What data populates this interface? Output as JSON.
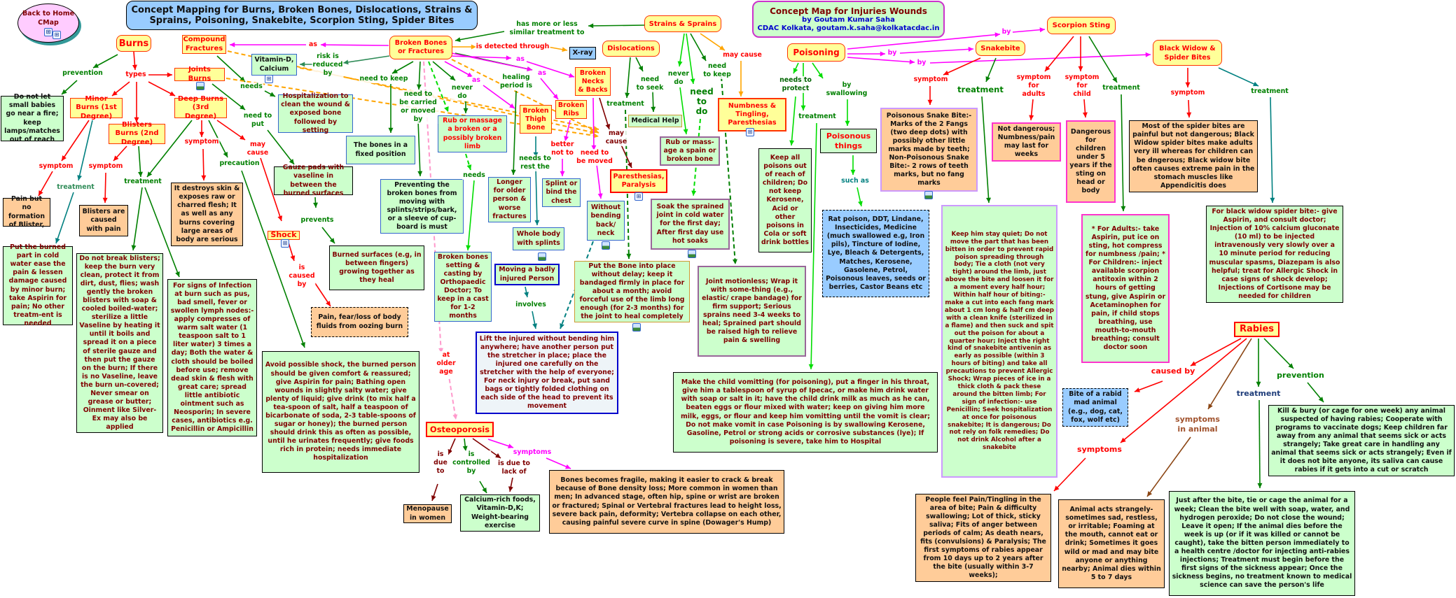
{
  "home_link": "Back to Home CMap",
  "title_main": "Concept Mapping for Burns, Broken Bones, Dislocations, Strains & Sprains, Poisoning, Snakebite, Scorpion Sting, Spider Bites",
  "title_credit": {
    "title": "Concept Map for Injuries Wounds",
    "author": "by Goutam Kumar Saha",
    "org": "CDAC Kolkata, goutam.k.saha@kolkatacdac.in"
  },
  "nodes": {
    "burns": "Burns",
    "compound_fractures": "Compound Fractures",
    "vitamin_d": "Vitamin-D, Calcium",
    "joints_burns": "Joints Burns",
    "hospitalization": "Hospitalization to clean the wound & exposed bone followed by setting",
    "minor_burns": "Minor Burns (1st Degree)",
    "deep_burns": "Deep Burns (3rd Degree)",
    "blisters_burns": "Blisters Burns (2nd Degree)",
    "burn_prevention": "Do not let small babies go near a fire; keep lamps/matches out of reach",
    "bones_fixed": "The bones in a fixed position",
    "pain_no_blister": "Pain but no formation of Blister,",
    "blisters_caused": "Blisters are caused with pain",
    "destroys_skin": "It destroys skin & exposes raw or charred flesh; It as well as any burns covering large areas of body are serious",
    "gauze": "Gauze pads with vaseline in between the burned surfaces",
    "burned_surfaces": "Burned surfaces (e.g, in between fingers) growing together as they heal",
    "shock": "Shock",
    "pain_fear": "Pain, fear/loss of body fluids from oozing burn",
    "cold_water": "Put the burned part in cold water ease the pain & lessen damage caused by minor burn; take Aspirin for pain; No other treatm-ent is needed",
    "do_not_break": "Do not break blisters; keep the burn very clean, protect it from dirt, dust, flies; wash gently the broken blisters with soap & cooled boiled-water; sterilize a little Vaseline by heating it until it boils and spread it on a piece of sterile gauze and then put the gauze on the burn; If there is no Vaseline, leave the burn un-covered; Never smear on grease or butter; Oinment like Silver-Ex may also be applied",
    "signs_infection": "For signs of Infection at burn such as pus, bad smell, fever or swollen lymph nodes:- apply compresses of warm salt water (1 teaspoon salt to 1 liter water) 3 times a day; Both the water & cloth should be boiled before use; remove dead skin & flesh with great care; spread little antibiotic ointment such as Neosporin; In severe cases, antibiotics e.g. Penicillin or Ampicillin",
    "avoid_shock": "Avoid possible shock, the burned person should be given comfort & reassured; give Aspirin for pain; Bathing open wounds in slightly salty water; give plenty of liquid; give drink (to mix half a tea-spoon of salt, half a teaspoon of bicarbonate of soda, 2-3 table-spoons of sugar or honey); the burned person should drink this as often as possible, until he urinates frequently; give foods rich in protein; needs immediate hospitalization",
    "broken_bones": "Broken Bones or Fractures",
    "xray": "X-ray",
    "strains": "Strains & Sprains",
    "dislocations": "Dislocations",
    "broken_necks": "Broken Necks & Backs",
    "broken_thigh": "Broken Thigh Bone",
    "broken_ribs": "Broken Ribs",
    "rub_limb": "Rub or massage a broken or a possibly broken limb",
    "preventing": "Preventing the broken bones from moving with splints/strips/bark, or a sleeve of cup-board is must",
    "longer_older": "Longer for older person & worse fractures",
    "splint_chest": "Splint or bind the chest",
    "whole_body": "Whole body with splints",
    "moving_badly": "Moving a badly injured Person",
    "setting_casting": "Broken bones setting & casting by Orthopaedic Doctor; To keep in a cast for 1-2 months",
    "without_bending": "Without bending back/ neck",
    "medical_help": "Medical Help",
    "paresthesias": "Paresthesias, Paralysis",
    "rub_sprain": "Rub or mass-age a spain or broken bone",
    "soak": "Soak the sprained joint in cold water for the first day; After first day use hot soaks",
    "put_bone": "Put the Bone into place without delay; keep it bandaged firmly in place for about a month; avoid forceful use of the limb long enough (for 2-3 months) for the joint to heal completely",
    "lift_injured": "Lift the injured without bending him anywhere; have another person put the stretcher in place; place the injured one carefully on the stretcher with the help of everyone; For neck injury or break, put sand bags or tightly folded clothing on each side of the head to prevent its movement",
    "osteoporosis": "Osteoporosis",
    "menopause": "Menopause in women",
    "calcium_foods": "Calcium-rich foods, Vitamin-D,K; Weight-bearing exercise",
    "bones_fragile": "Bones becomes fragile, making it easier to crack & break because of Bone density loss; More common in women than men; In advanced stage, often hip, spine or wrist are broken or fractured; Spinal or Vertebral fractures lead to height loss, severe back pain, deformity; Vertebra collapse on each other, causing painful severe curve in spine (Dowager's Hump)",
    "numbness": "Numbness & Tingling, Paresthesias",
    "joint_motionless": "Joint motionless; Wrap it with some-thing (e.g., elastic/ crape bandage) for firm support; Serious sprains need 3-4 weeks to heal; Sprained part should be raised high to relieve pain & swelling",
    "make_vomit": "Make the child vomitting (for poisoning), put a finger in his throat, give him a tablespoon of syrup of Ipecac, or make him drink water with soap or salt in it; have the child drink milk as much as he can, beaten eggs or flour mixed with water; keep on giving him more milk, eggs, or flour and keep him vomitting until the vomit is clear; Do not make vomit in case Poisoning is by swallowing Kerosene, Gasoline, Petrol or strong acids or corrosive substances (lye); If poisoning is severe, take him to Hospital",
    "poisoning": "Poisoning",
    "keep_poisons": "Keep all poisons out of reach of children; Do not keep Kerosene, Acid or other poisons in Cola or soft drink bottles",
    "poisonous_things": "Poisonous things",
    "rat_poison": "Rat poison, DDT, Lindane, Insecticides, Medicine (much swallowed e.g, Iron pils), Tincture of Iodine, Lye, Bleach & Detergents, Matches, Kerosene, Gasolene, Petrol, Poisonous leaves, seeds or berries, Castor Beans etc",
    "snake_symptom": "Poisonous Snake Bite:- Marks of the 2 Fangs (two deep dots) with possibly other little marks made by teeth; Non-Poisonous Snake Bite:- 2 rows of teeth marks, but no fang marks",
    "snakebite": "Snakebite",
    "scorpion": "Scorpion Sting",
    "not_dangerous": "Not dangerous; Numbness/pain may last for weeks",
    "dangerous_children": "Dangerous for children under 5 years if the sting on head or body",
    "keep_quiet": "Keep him stay quiet; Do not move the part that has been bitten in order to prevent rapid poison spreading through body; Tie a cloth (not very tight) around the limb, just above the bite and loosen it for a moment every half hour; Within half hour of biting:- make a cut into each fang mark about 1 cm long & half cm deep with a clean knife (sterilized in a flame) and then suck and spit out the poison for about a quarter hour; Inject the right kind of snakebite antivenin as early as possible (within 3 hours of biting) and take all precautions to prevent Allergic Shock; Wrap pieces of ice in a thick cloth & pack these around the bitten limb; For sign of infection:- use Penicillin; Seek hospitalization at once for poisonous snakebite; It is dangerous; Do not rely on folk remedies; Do not drink Alcohol after a snakebite",
    "scorpion_treat": "* For Adults:- take Aspirin, put ice on sting, hot compress for numbness /pain; * For Children:- inject available scorpion antitoxin within 2 hours of getting stung, give Aspirin or Acetaminophen for pain, if child stops breathing, use mouth-to-mouth breathing; consult doctor soon",
    "black_widow": "Black Widow & Spider Bites",
    "spider_symptom": "Most of the spider bites are painful but not dangerous; Black Widow spider bites make adults very ill whereas for children can be dngerous; Black widow bite often causes extreme pain in the stomach muscles like Appendicitis does",
    "spider_treat": "For black widow spider bite:- give Aspirin, and consult doctor; Injection of 10% calcium gluconate (10 ml) to be injected intravenously very slowly over a 10 minute period for reducing muscular spasms, Diazepam is also helpful; treat for Allergic Shock in case signs of shock develop; Injections of Cortisone may be needed for children",
    "rabies": "Rabies",
    "bite_rabid": "Bite of a rabid mad animal (e.g., dog, cat, fox, wolf etc)",
    "people_feel": "People feel Pain/Tingling in the area of bite; Pain & difficulty swallowing; Lot of thick, sticky saliva; Fits of anger between periods of calm; As death nears, fits (convulsions) & Paralysis; The first symptoms of rabies appear from 10 days up to 2 years after the bite (usually within 3-7 weeks);",
    "animal_acts": "Animal acts strangely- sometimes sad, restless, or irritable; Foaming at the mouth, cannot eat or drink; Sometimes it goes wild or mad and may bite anyone or anything nearby; Animal dies within 5 to 7 days",
    "kill_bury": "Kill & bury (or cage for one week) any animal suspected of having rabies; Cooperate with programs to vaccinate dogs; Keep children far away from any animal that seems sick or acts strangely; Take great care in handling any animal that seems sick or acts strangely; Even if it does not bite anyone, its saliva can cause rabies if it gets into a cut or scratch",
    "just_after": "Just after the bite, tie or cage the animal for a week; Clean the bite well with soap, water, and hydrogen peroxide; Do not close the wound; Leave it open; If the animal dies before the week is up (or if it was killed or cannot be caught), take the bitten person immediately to a health centre /doctor for injecting anti-rabies injections; Treatment must begin before the first signs of the sickness appear; Once the sickness begins, no treatment known to medical science can save the person's life"
  },
  "links": {
    "prevention1": "prevention",
    "types": "types",
    "symptom_minor": "symptom",
    "treatment_minor": "treatment",
    "symptom_blisters": "symptom",
    "treatment_blisters": "treatment",
    "symptom_deep": "symptom",
    "precaution": "precaution",
    "may_cause_deep": "may\ncause",
    "needs1": "needs",
    "need_to_put": "need to\nput",
    "prevents": "prevents",
    "is_caused_by": "is\ncaused\nby",
    "as1": "as",
    "risk_reduced": "risk is\nreduced\nby",
    "need_to_keep1": "need to keep",
    "carried": "need to\nbe carried\nor moved\nby",
    "never_do1": "never\ndo",
    "as2": "as",
    "healing": "healing\nperiod is",
    "as3": "as",
    "as4": "as",
    "detected": "is detected through",
    "similar": "has more or less\nsimilar treatment to",
    "needs2": "needs",
    "rest_the": "needs to\nrest the",
    "better_not": "better\nnot to",
    "be_moved": "need to\nbe moved",
    "may_cause2": "may\ncause",
    "treatment_disl": "treatment",
    "seek": "need\nto seek",
    "never_do2": "never\ndo",
    "need_to_do": "need\nto\ndo",
    "need_to_keep2": "need\nto keep",
    "may_cause3": "may cause",
    "involves": "involves",
    "older_age": "at\nolder\nage",
    "is_due_to": "is\ndue\nto",
    "controlled": "is\ncontrolled\nby",
    "lack_of": "is due to\nlack of",
    "symptoms_osteo": "symptoms",
    "needs_protect": "needs to\nprotect",
    "treatment_poison": "treatment",
    "swallowing": "by\nswallowing",
    "such_as": "such as",
    "by1": "by",
    "by2": "by",
    "by3": "by",
    "symptom_snake": "symptom",
    "treatment_snake": "treatment",
    "symptom_adults": "symptom\nfor\nadults",
    "symptom_child": "symptom\nfor\nchild",
    "treatment_scorpion": "treatment",
    "symptom_spider": "symptom",
    "treatment_spider": "treatment",
    "caused_by_rabies": "caused by",
    "symptoms_rabies": "symptoms",
    "symptoms_animal": "symptoms\nin animal",
    "treatment_rabies": "treatment",
    "prevention_rabies": "prevention"
  },
  "colors": {
    "concept_fill": "#ffff99",
    "detail_green": "#ccffcc",
    "detail_orange": "#ffcc99",
    "detail_blue": "#99ccff",
    "link_red": "#ff0000",
    "link_green": "#008000",
    "link_magenta": "#ff00ff"
  }
}
